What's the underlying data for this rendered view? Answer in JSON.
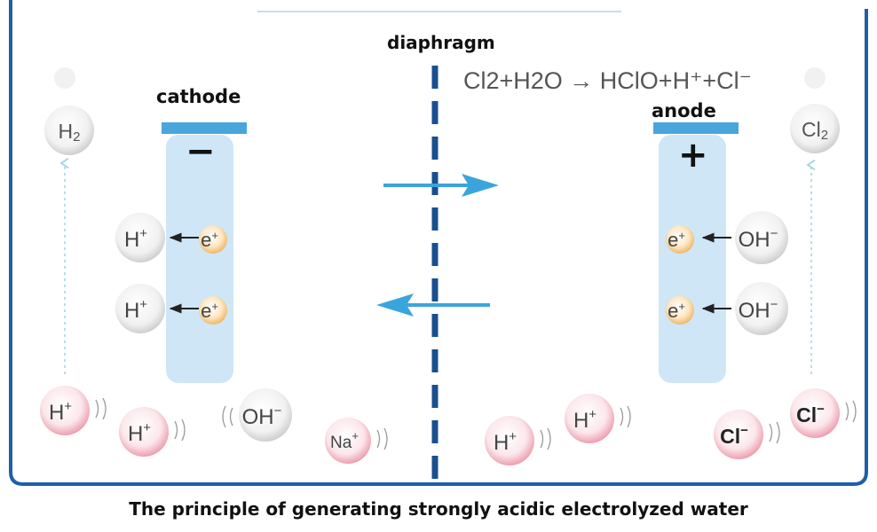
{
  "labels": {
    "diaphragm": "diaphragm",
    "cathode": "cathode",
    "anode": "anode",
    "caption": "The principle of generating strongly acidic electrolyzed water"
  },
  "equation": "Cl2+H2O → HClO+H⁺+Cl⁻",
  "electrode_signs": {
    "cathode": "−",
    "anode": "+"
  },
  "species": {
    "h2": {
      "base": "H",
      "sub": "2"
    },
    "cl2": {
      "base": "Cl",
      "sub": "2"
    },
    "h_plus": {
      "base": "H",
      "sup": "+"
    },
    "oh_minus": {
      "base": "OH",
      "sup": "−"
    },
    "na_plus": {
      "base": "Na",
      "sup": "+"
    },
    "cl_minus": {
      "base": "Cl",
      "sup": "−"
    },
    "electron": {
      "base": "e",
      "sup": "+"
    }
  },
  "colors": {
    "border": "#1f5fa8",
    "diaphragm": "#1a4f8f",
    "arrow": "#3aa5dc",
    "electrode_plate": "#49a6dc",
    "electrode_tube": "#cfe6f7",
    "pink_ion": "#f2a9b6",
    "gray_ion": "#d4d4d4",
    "electron": "#f3c27a"
  }
}
